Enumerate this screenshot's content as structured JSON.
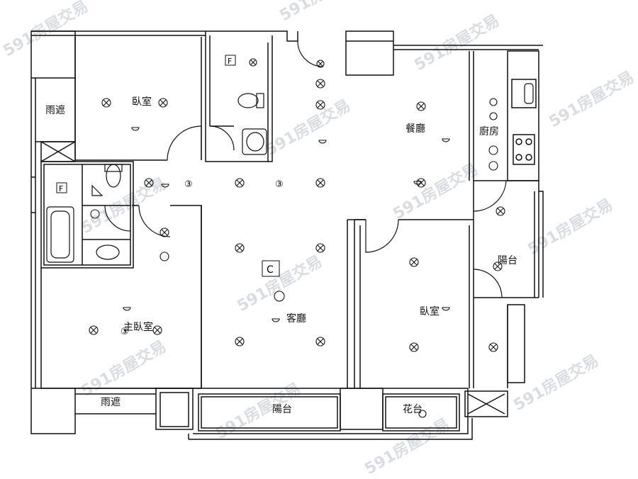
{
  "labels": {
    "bedroom_top": "臥室",
    "bedroom_right": "臥室",
    "master_bedroom": "主臥室",
    "living_room": "客廳",
    "dining_room": "餐廳",
    "kitchen": "廚房",
    "balcony_right": "陽台",
    "balcony_bottom": "陽台",
    "planter": "花台",
    "canopy_left": "雨遮",
    "canopy_bottom": "雨遮",
    "fan_mark_1": "F",
    "fan_mark_2": "F",
    "closet_mark": "C",
    "light_3a": "③",
    "light_3b": "③",
    "light_3c": "③"
  },
  "watermark": "591房屋交易",
  "colors": {
    "line": "#111111",
    "watermark": "#d9dde2"
  }
}
